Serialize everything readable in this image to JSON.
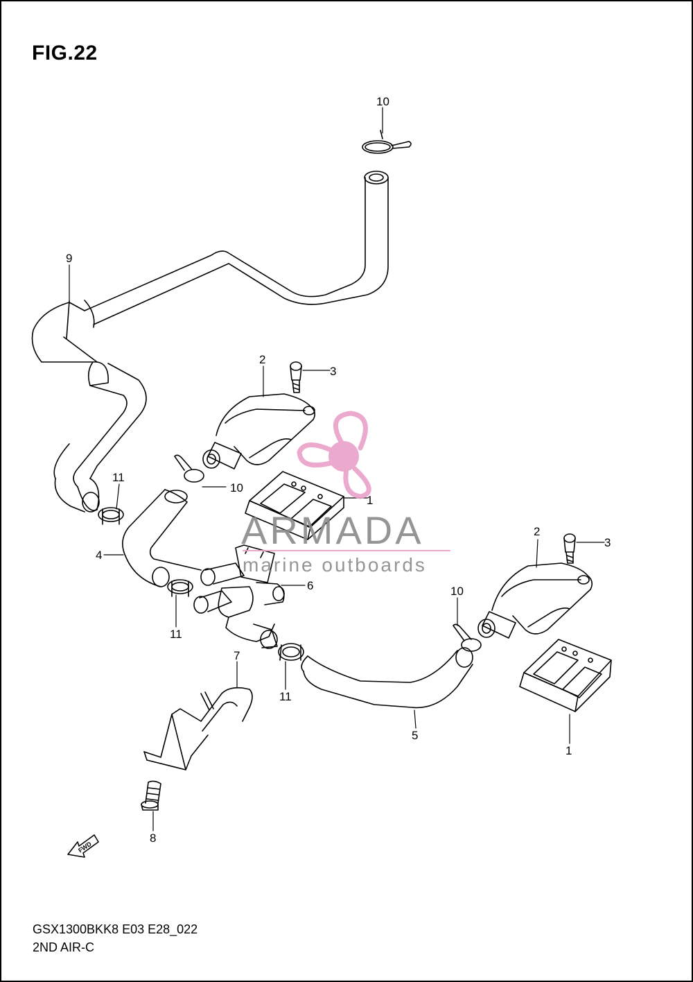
{
  "figure": {
    "title": "FIG.22",
    "footer_code": "GSX1300BKK8 E03 E28_022",
    "footer_name": "2ND AIR-C"
  },
  "callouts": [
    {
      "id": "c10a",
      "label": "10"
    },
    {
      "id": "c9",
      "label": "9"
    },
    {
      "id": "c2a",
      "label": "2"
    },
    {
      "id": "c3a",
      "label": "3"
    },
    {
      "id": "c11a",
      "label": "11"
    },
    {
      "id": "c10b",
      "label": "10"
    },
    {
      "id": "c1a",
      "label": "1"
    },
    {
      "id": "c4",
      "label": "4"
    },
    {
      "id": "c6",
      "label": "6"
    },
    {
      "id": "c11b",
      "label": "11"
    },
    {
      "id": "c2b",
      "label": "2"
    },
    {
      "id": "c3b",
      "label": "3"
    },
    {
      "id": "c10c",
      "label": "10"
    },
    {
      "id": "c7",
      "label": "7"
    },
    {
      "id": "c11c",
      "label": "11"
    },
    {
      "id": "c5",
      "label": "5"
    },
    {
      "id": "c1b",
      "label": "1"
    },
    {
      "id": "c8",
      "label": "8"
    }
  ],
  "watermark": {
    "word": "ARMADA",
    "tagline": "marine outboards",
    "colors": {
      "logo": "#e8a0c8",
      "text": "#8a8a8a"
    }
  },
  "fwd_marker": {
    "label": "FWD"
  },
  "colors": {
    "line": "#000000",
    "background": "#ffffff"
  }
}
